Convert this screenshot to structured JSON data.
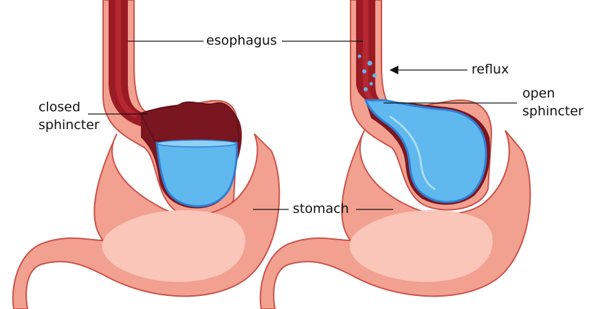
{
  "labels": {
    "esophagus": "esophagus",
    "closed_sphincter_line1": "closed",
    "closed_sphincter_line2": "sphincter",
    "reflux": "reflux",
    "open_sphincter_line1": "open",
    "open_sphincter_line2": "sphincter",
    "stomach": "stomach"
  },
  "colors": {
    "stomach_outer": "#f2a08f",
    "stomach_outline": "#c9514a",
    "stomach_inner_highlight": "#f9c6b9",
    "esophagus_tube": "#9b1b25",
    "esophagus_wall": "#e9826f",
    "cavity_dark": "#7a1620",
    "fluid_blue": "#5fb8ee",
    "fluid_edge": "#2f7fd6",
    "pointer_line": "#111111"
  }
}
